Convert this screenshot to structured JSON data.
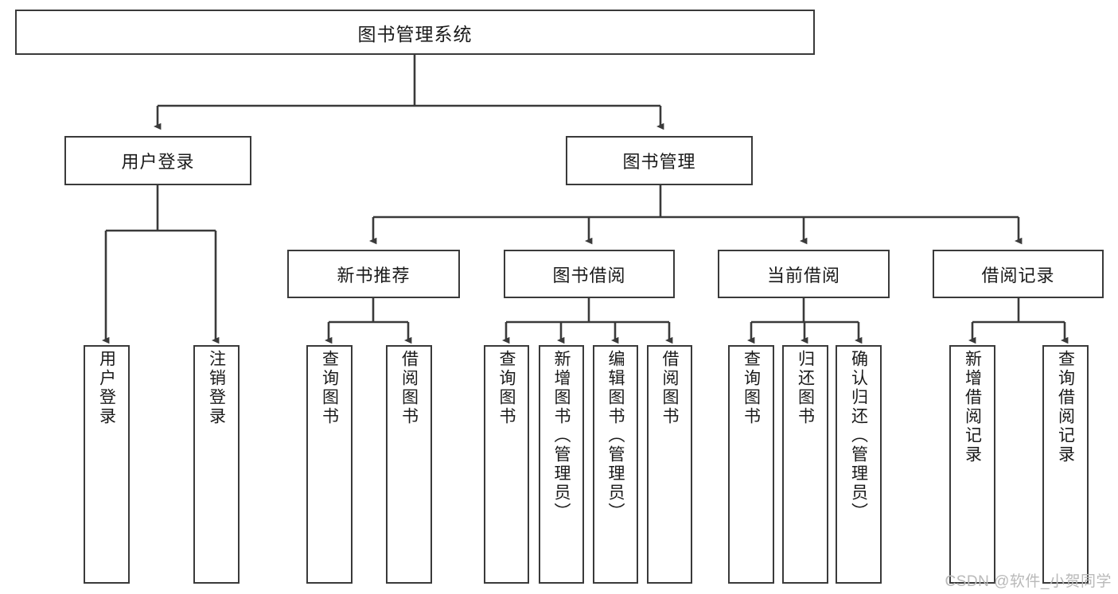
{
  "diagram": {
    "title": "图书管理系统",
    "type": "tree-hierarchy",
    "root": {
      "label": "图书管理系统"
    },
    "level2": [
      {
        "label": "用户登录"
      },
      {
        "label": "图书管理"
      }
    ],
    "level3": [
      {
        "label": "新书推荐"
      },
      {
        "label": "图书借阅"
      },
      {
        "label": "当前借阅"
      },
      {
        "label": "借阅记录"
      }
    ],
    "leaves": {
      "user_login": [
        {
          "label": "用户登录"
        },
        {
          "label": "注销登录"
        }
      ],
      "new_book_recommend": [
        {
          "label": "查询图书"
        },
        {
          "label": "借阅图书"
        }
      ],
      "book_borrow": [
        {
          "label": "查询图书"
        },
        {
          "label": "新增图书（管理员）"
        },
        {
          "label": "编辑图书（管理员）"
        },
        {
          "label": "借阅图书"
        }
      ],
      "current_borrow": [
        {
          "label": "查询图书"
        },
        {
          "label": "归还图书"
        },
        {
          "label": "确认归还（管理员）"
        }
      ],
      "borrow_record": [
        {
          "label": "新增借阅记录"
        },
        {
          "label": "查询借阅记录"
        }
      ]
    }
  },
  "watermark": {
    "text": "CSDN @软件_小贺同学"
  },
  "colors": {
    "stroke": "#3a3a3a",
    "background": "#ffffff",
    "text": "#1a1a1a",
    "watermark": "#b9b9b9"
  }
}
